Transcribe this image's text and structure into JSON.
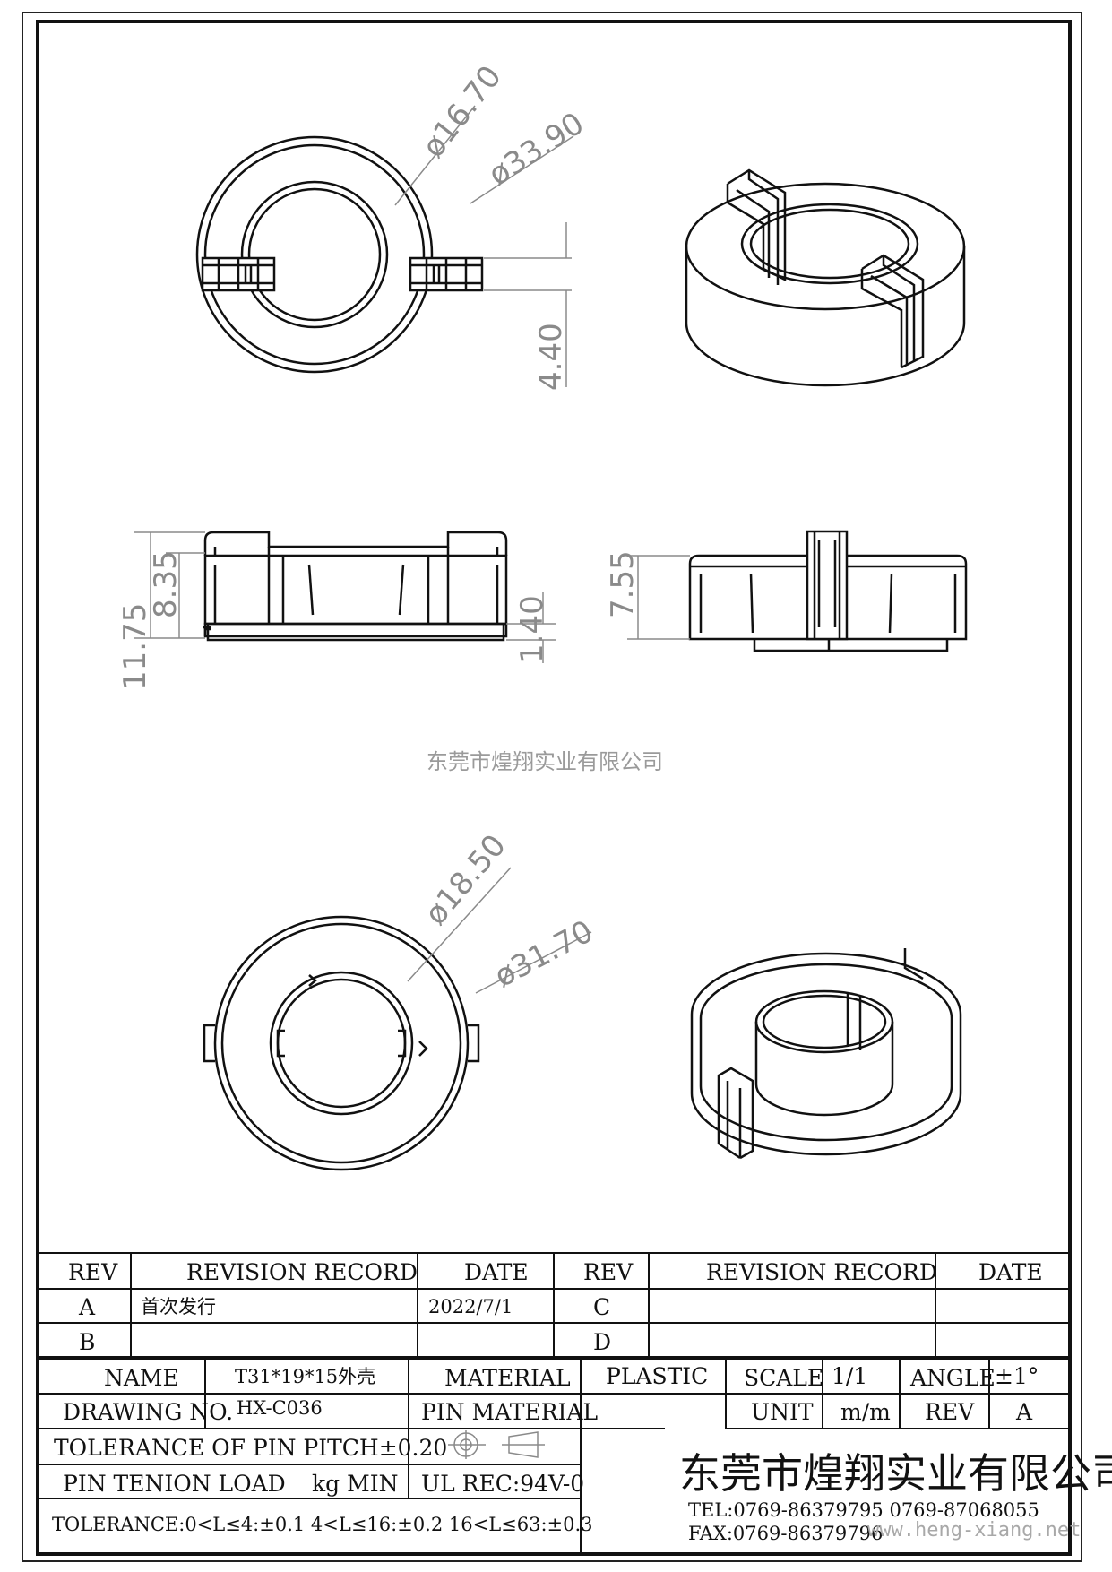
{
  "dimensions": {
    "top_inner_dia": "ø16.70",
    "top_outer_dia": "ø33.90",
    "clip_width": "4.40",
    "side_total_height": "11.75",
    "side_upper_height": "8.35",
    "side_bottom_step": "1.40",
    "right_side_height": "7.55",
    "bottom_inner_dia": "ø18.50",
    "bottom_outer_dia": "ø31.70"
  },
  "watermark": "东莞市煌翔实业有限公司",
  "revision_table": {
    "headers": [
      "REV",
      "REVISION RECORD",
      "DATE",
      "REV",
      "REVISION RECORD",
      "DATE"
    ],
    "rows": [
      [
        "A",
        "首次发行",
        "2022/7/1",
        "C",
        "",
        ""
      ],
      [
        "B",
        "",
        "",
        "D",
        "",
        ""
      ]
    ]
  },
  "title_block": {
    "name_label": "NAME",
    "name_value": "T31*19*15外壳",
    "material_label": "MATERIAL",
    "material_value": "PLASTIC",
    "scale_label": "SCALE",
    "scale_value": "1/1",
    "angle_label": "ANGLE",
    "angle_value": "±1°",
    "drawing_no_label": "DRAWING NO.",
    "drawing_no_value": "HX-C036",
    "pin_material_label": "PIN MATERIAL",
    "unit_label": "UNIT",
    "unit_value": "m/m",
    "rev_label": "REV",
    "rev_value": "A",
    "pin_pitch_tolerance": "TOLERANCE OF PIN PITCH±0.20",
    "pin_tension_label": "PIN TENION LOAD",
    "pin_tension_unit": "kg MIN",
    "ul_rec": "UL REC:94V-0",
    "general_tolerance": "TOLERANCE:0<L≤4:±0.1  4<L≤16:±0.2  16<L≤63:±0.3",
    "company": "东莞市煌翔实业有限公司",
    "tel": "TEL:0769-86379795    0769-87068055",
    "fax": "FAX:0769-86379796",
    "url": "www.heng-xiang.net"
  }
}
